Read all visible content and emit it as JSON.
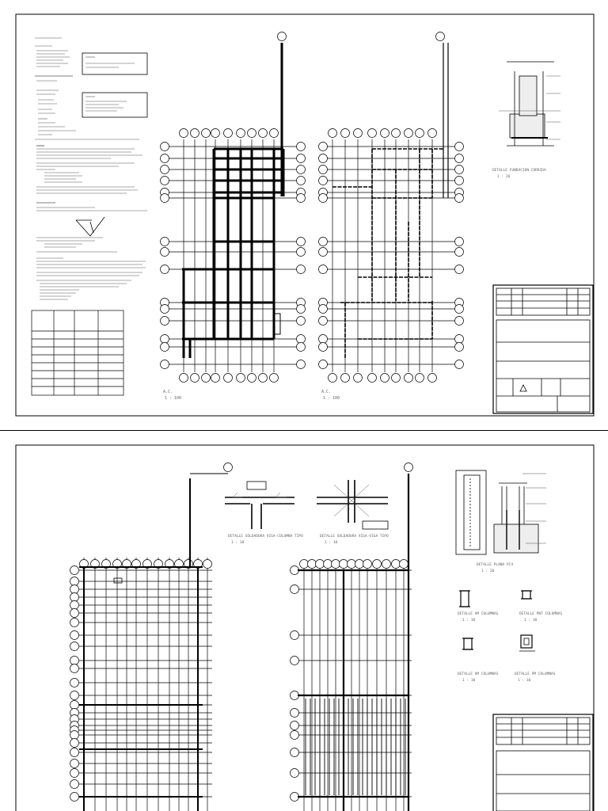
{
  "sheets": [
    {
      "id": "sheet-1",
      "plan_labels": [
        {
          "name": "A.C.",
          "scale": "1 : 100"
        },
        {
          "name": "A.C.",
          "scale": "1 : 100"
        }
      ],
      "detail_labels": [
        {
          "title": "DETALLE FUNDACION CORRIDA",
          "scale": "1 : 20"
        }
      ]
    },
    {
      "id": "sheet-2",
      "detail_labels": [
        {
          "title": "DETALLE SOLDADURA VIGA-COLUMNA TIPO",
          "scale": "1 : 10"
        },
        {
          "title": "DETALLE SOLDADURA VIGA-VIGA TIPO",
          "scale": "1 : 10"
        },
        {
          "title": "DETALLE PLANA PC4",
          "scale": "1 : 20"
        },
        {
          "title": "DETALLE VM COLUMNAS",
          "scale": "1 : 10"
        },
        {
          "title": "DETALLE PNT COLUMNAS",
          "scale": "1 : 10"
        },
        {
          "title": "DETALLE VM COLUMNAS",
          "scale": "1 : 10"
        },
        {
          "title": "DETALLE PM COLUMNAS",
          "scale": "1 : 10"
        }
      ]
    }
  ],
  "colors": {
    "line": "#000000",
    "paper": "#ffffff"
  }
}
